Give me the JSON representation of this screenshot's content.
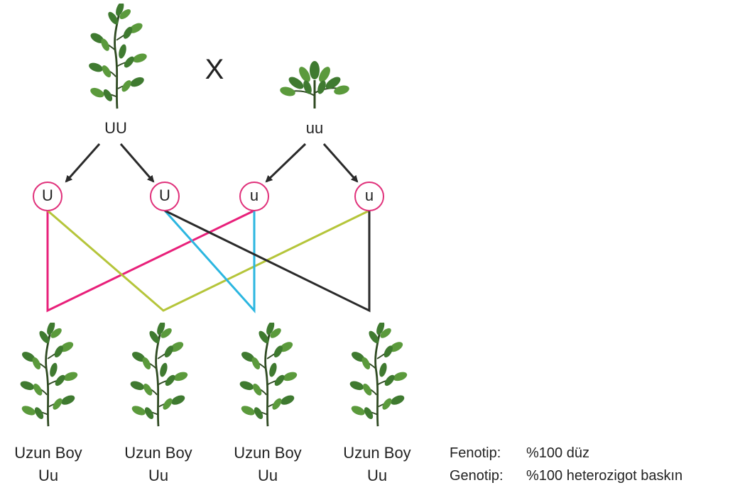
{
  "parents": {
    "p1": {
      "genotype": "UU"
    },
    "p2": {
      "genotype": "uu"
    },
    "cross_symbol": "X"
  },
  "gametes": [
    "U",
    "U",
    "u",
    "u"
  ],
  "offspring": [
    {
      "phenotype": "Uzun Boy",
      "genotype": "Uu"
    },
    {
      "phenotype": "Uzun Boy",
      "genotype": "Uu"
    },
    {
      "phenotype": "Uzun Boy",
      "genotype": "Uu"
    },
    {
      "phenotype": "Uzun Boy",
      "genotype": "Uu"
    }
  ],
  "summary": {
    "phenotype_label": "Fenotip:",
    "phenotype_value": "%100 düz",
    "genotype_label": "Genotip:",
    "genotype_value": "%100 heterozigot baskın"
  },
  "colors": {
    "gamete_circle": "#e0307a",
    "line_magenta": "#e8207a",
    "line_olive": "#b5c53a",
    "line_cyan": "#2bb6e0",
    "line_black": "#2a2a2a",
    "leaf": "#3f7a30",
    "stem": "#2f4a22"
  }
}
